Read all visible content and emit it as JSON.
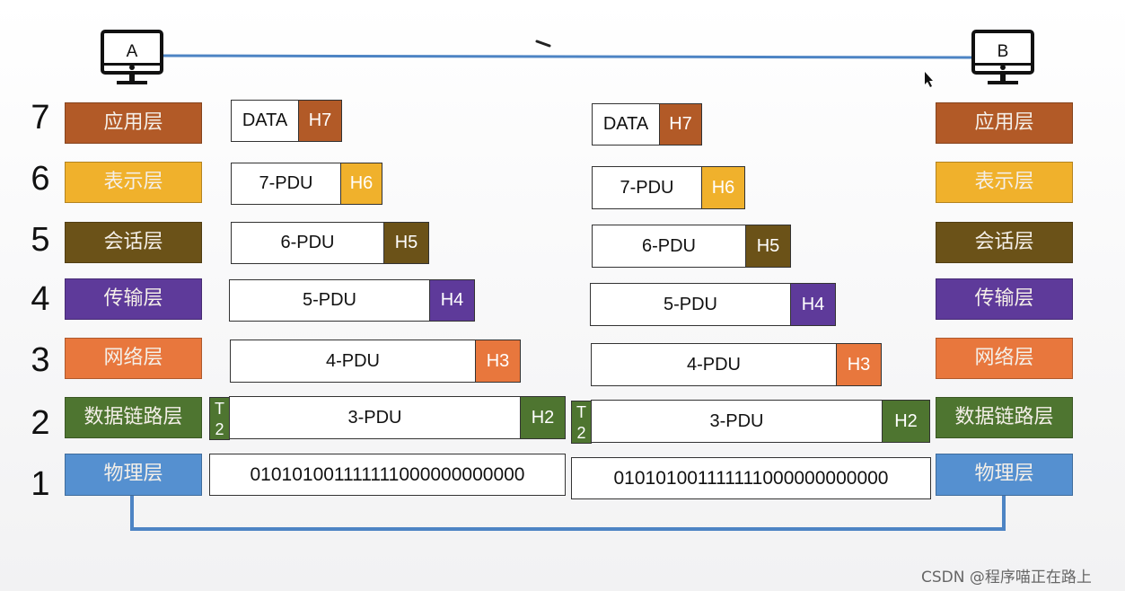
{
  "hosts": {
    "left": "A",
    "right": "B"
  },
  "layer_numbers": [
    "7",
    "6",
    "5",
    "4",
    "3",
    "2",
    "1"
  ],
  "layers": [
    {
      "name": "应用层",
      "color": "#b25a27"
    },
    {
      "name": "表示层",
      "color": "#f0b12c"
    },
    {
      "name": "会话层",
      "color": "#6b5218"
    },
    {
      "name": "传输层",
      "color": "#5e3a9a"
    },
    {
      "name": "网络层",
      "color": "#e8773d"
    },
    {
      "name": "数据链路层",
      "color": "#4e7530"
    },
    {
      "name": "物理层",
      "color": "#5590d0"
    }
  ],
  "pdus": [
    {
      "data": "DATA",
      "header": "H7"
    },
    {
      "data": "7-PDU",
      "header": "H6"
    },
    {
      "data": "6-PDU",
      "header": "H5"
    },
    {
      "data": "5-PDU",
      "header": "H4"
    },
    {
      "data": "4-PDU",
      "header": "H3"
    },
    {
      "data": "3-PDU",
      "header": "H2",
      "trailer_top": "T",
      "trailer_bottom": "2"
    }
  ],
  "bitstream": "010101001111111000000000000",
  "watermark": "CSDN @程序喵正在路上",
  "colors": {
    "link_line": "#4d84c4"
  }
}
